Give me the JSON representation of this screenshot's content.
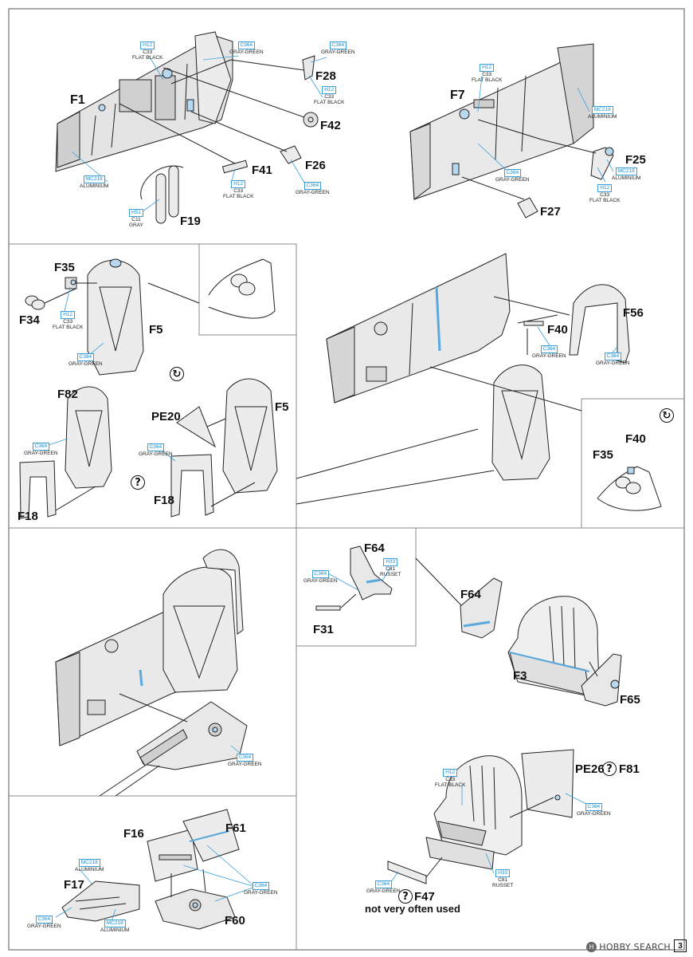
{
  "page_number": "3",
  "watermark": {
    "brand": "HOBBY SEARCH"
  },
  "paints": {
    "h12_c33": {
      "code": "H12",
      "c": "C33",
      "name": "FLAT BLACK"
    },
    "c364": {
      "code": "C364",
      "name": "GRAY-GREEN"
    },
    "mc218": {
      "code": "MC218",
      "name": "ALUMINIUM"
    },
    "h51_c11": {
      "code": "H51",
      "c": "C11",
      "name": "GRAY"
    },
    "h33_c81": {
      "code": "H33",
      "c": "C81",
      "name": "RUSSET"
    }
  },
  "parts": {
    "f1": "F1",
    "f28": "F28",
    "f42": "F42",
    "f41": "F41",
    "f26": "F26",
    "f19": "F19",
    "f7": "F7",
    "f25": "F25",
    "f27": "F27",
    "f35": "F35",
    "f34": "F34",
    "f5": "F5",
    "f82": "F82",
    "pe20": "PE20",
    "f18": "F18",
    "f40": "F40",
    "f56": "F56",
    "f64": "F64",
    "f31": "F31",
    "f3": "F3",
    "f65": "F65",
    "f16": "F16",
    "f61": "F61",
    "f17": "F17",
    "f60": "F60",
    "pe26": "PE26",
    "f81": "F81",
    "f47": "F47"
  },
  "symbols": {
    "rotate": "↻",
    "question": "?"
  },
  "notes": {
    "rarely_used": "not very often used"
  }
}
